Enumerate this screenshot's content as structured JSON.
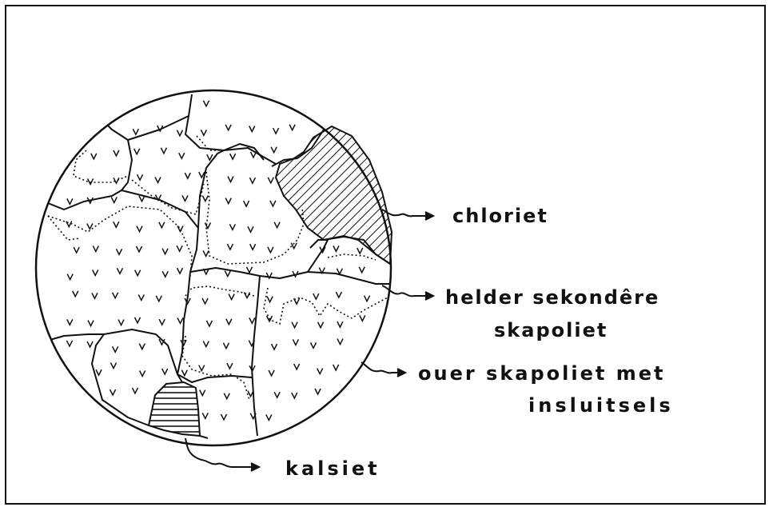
{
  "labels": {
    "chloriet": "chloriet",
    "helder_line1": "helder sekondêre",
    "helder_line2": "skapoliet",
    "ouer_line1": "ouer skapoliet  met",
    "ouer_line2": "insluitsels",
    "kalsiet": "kalsiet"
  },
  "colors": {
    "ink": "#111111",
    "paper": "#ffffff"
  }
}
